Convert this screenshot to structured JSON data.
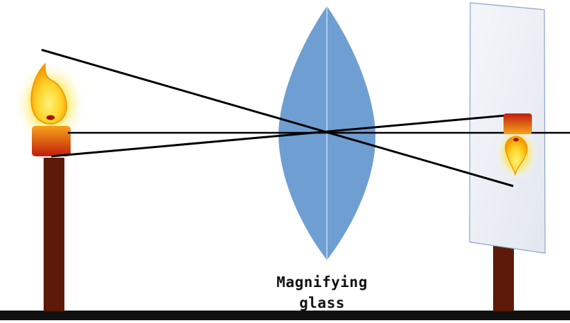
{
  "labels": {
    "lens_line1": "Magnifying",
    "lens_line2": "glass"
  },
  "colors": {
    "ground": "#111111",
    "stand": "#5e1a08",
    "lens": "#6f9fd2",
    "lens_axis": "#c9dcf2",
    "screen": "#eef0f5",
    "screen_border": "#8aa3c9",
    "rays": "#000000",
    "flame_outer": "#f59b00",
    "flame_inner": "#ffd93a",
    "flame_core": "#a31400",
    "candle_top": "#f6a31a",
    "candle_bottom": "#c21d0c",
    "glow": "#fff27a"
  },
  "elements": [
    {
      "name": "ground-line",
      "icon": "bar"
    },
    {
      "name": "candle-stand",
      "icon": "post"
    },
    {
      "name": "candle",
      "icon": "candle-icon"
    },
    {
      "name": "lens",
      "icon": "convex-lens"
    },
    {
      "name": "screen",
      "icon": "panel"
    },
    {
      "name": "inverted-image",
      "icon": "inverted-candle-icon"
    }
  ]
}
